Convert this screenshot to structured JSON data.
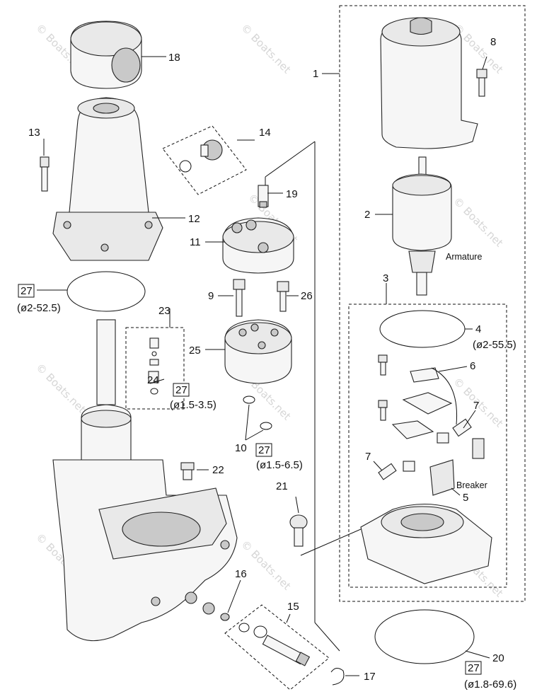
{
  "watermark": "© Boats.net",
  "callouts": {
    "c1": "1",
    "c2": "2",
    "c3": "3",
    "c4": "4",
    "c5": "5",
    "c6": "6",
    "c7a": "7",
    "c7b": "7",
    "c8": "8",
    "c9": "9",
    "c10": "10",
    "c11": "11",
    "c12": "12",
    "c13": "13",
    "c14": "14",
    "c15": "15",
    "c16": "16",
    "c17": "17",
    "c18": "18",
    "c19": "19",
    "c20": "20",
    "c21": "21",
    "c22": "22",
    "c23": "23",
    "c24": "24",
    "c25": "25",
    "c26": "26"
  },
  "ref_boxes": {
    "r27a": "27",
    "r27b": "27",
    "r27c": "27",
    "r27d": "27"
  },
  "specs": {
    "s1": "(ø2-52.5)",
    "s2": "(ø1.5-3.5)",
    "s3": "(ø1.5-6.5)",
    "s4": "(ø2-55.5)",
    "s5": "(ø1.8-69.6)"
  },
  "labels": {
    "armature": "Armature",
    "breaker": "Breaker"
  }
}
